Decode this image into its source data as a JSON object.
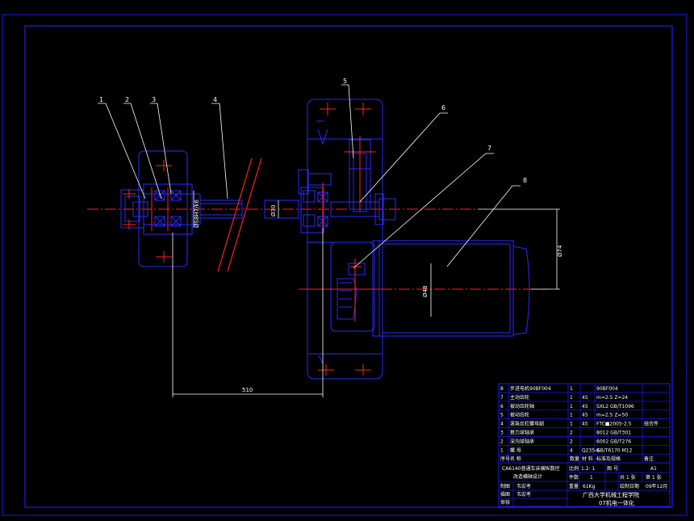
{
  "colors": {
    "background": "#000000",
    "frame": "#1a1aff",
    "part": "#2a2aff",
    "centerline": "#ff2020",
    "leader": "#ffffff",
    "dimension": "#ffffff",
    "text": "#ffffff"
  },
  "part_tags": [
    "1",
    "2",
    "3",
    "4",
    "5",
    "6",
    "7",
    "8"
  ],
  "dimensions": {
    "span": "510",
    "shaft_dia": "Ø30",
    "bearing_dia": "ØS8H7/k6",
    "motor_dia": "Ø74",
    "motor_height": "Ø48"
  },
  "bom": [
    {
      "no": "8",
      "name": "步进电机90BF004",
      "qty": "1",
      "material": "",
      "standard": "90BF004",
      "note": ""
    },
    {
      "no": "7",
      "name": "主动齿轮",
      "qty": "1",
      "material": "45",
      "standard": "m=2.5 Z=24",
      "note": ""
    },
    {
      "no": "6",
      "name": "被动齿轮轴",
      "qty": "1",
      "material": "45",
      "standard": "SXL2 GB/T1096",
      "note": ""
    },
    {
      "no": "5",
      "name": "被动齿轮",
      "qty": "1",
      "material": "45",
      "standard": "m=2.5 Z=50",
      "note": ""
    },
    {
      "no": "4",
      "name": "滚珠丝杠螺母副",
      "qty": "1",
      "material": "45",
      "standard": "FTC■2005-2.5",
      "note": "组合件"
    },
    {
      "no": "3",
      "name": "推力球轴承",
      "qty": "2",
      "material": "",
      "standard": "8012 GB/T301",
      "note": ""
    },
    {
      "no": "2",
      "name": "深沟球轴承",
      "qty": "2",
      "material": "",
      "standard": "6002 GB/T276",
      "note": ""
    },
    {
      "no": "1",
      "name": "螺  母",
      "qty": "4",
      "material": "Q235-A",
      "standard": "GB/T6170 M12",
      "note": ""
    }
  ],
  "bom_header": {
    "no": "序号",
    "name": "名    称",
    "qty": "数量",
    "material": "材  料",
    "standard": "标准及规格",
    "note": "备注"
  },
  "title_block": {
    "drawing_title_line1": "CA6140普通车床横纵数控",
    "drawing_title_line2": "改造横轴设计",
    "scale_label": "比例",
    "scale_value": "1.2: 1",
    "drawing_no_label": "图  号",
    "sheet_size": "A1",
    "count_label": "件数",
    "count_value": "1",
    "total_sheets": "共  1  张",
    "sheet_no": "第 1 张",
    "weight_label": "重量",
    "weight_value": "61Kg",
    "date_label": "绘制日期",
    "date_value": "09年12月",
    "drawn_label": "制图",
    "drawn_name": "韦宏考",
    "designed_label": "描图",
    "designed_name": "韦宏考",
    "checked_label": "审核",
    "school": "广西大学机械工程学院",
    "class_name": "07机电一体化"
  }
}
